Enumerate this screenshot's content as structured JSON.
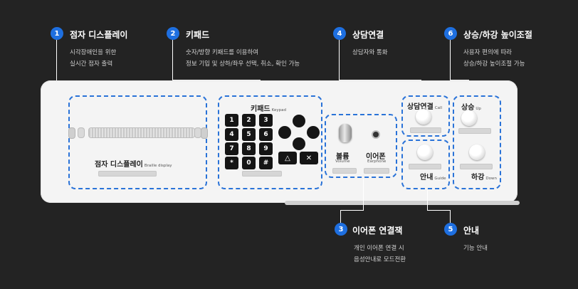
{
  "colors": {
    "accent": "#1e6fe0",
    "dash": "#2a73d8",
    "background": "#232323",
    "panel": "#f4f4f4"
  },
  "callouts": [
    {
      "num": "1",
      "title": "점자 디스플레이",
      "desc": [
        "시각장애인을 위한",
        "실시간 점자 출력"
      ]
    },
    {
      "num": "2",
      "title": "키패드",
      "desc": [
        "숫자/방향 키패드를 이용하여",
        "정보 기입 및 상하/좌우 선택, 취소, 확인 가능"
      ]
    },
    {
      "num": "3",
      "title": "이어폰 연결잭",
      "desc": [
        "개인 이어폰 연결 시",
        "음성안내로 모드전환"
      ]
    },
    {
      "num": "4",
      "title": "상담연결",
      "desc": [
        "상담자와 통화"
      ]
    },
    {
      "num": "5",
      "title": "안내",
      "desc": [
        "기능 안내"
      ]
    },
    {
      "num": "6",
      "title": "상승/하강 높이조절",
      "desc": [
        "사용자 편의에 따라",
        "상승/하강 높이조절 가능"
      ]
    }
  ],
  "panel": {
    "display": {
      "label": "점자 디스플레이",
      "label_en": "Braille display"
    },
    "keypad": {
      "label": "키패드",
      "label_en": "Keypad",
      "keys": [
        "1",
        "2",
        "3",
        "4",
        "5",
        "6",
        "7",
        "8",
        "9",
        "*",
        "0",
        "#"
      ],
      "up_symbol": "△",
      "cancel_symbol": "✕"
    },
    "volume": {
      "label": "볼륨",
      "label_en": "Volume"
    },
    "earphone": {
      "label": "이어폰",
      "label_en": "Earphone"
    },
    "call": {
      "label": "상담연결",
      "label_en": "Call"
    },
    "guide": {
      "label": "안내",
      "label_en": "Guide"
    },
    "up": {
      "label": "상승",
      "label_en": "Up"
    },
    "down": {
      "label": "하강",
      "label_en": "Down"
    }
  }
}
